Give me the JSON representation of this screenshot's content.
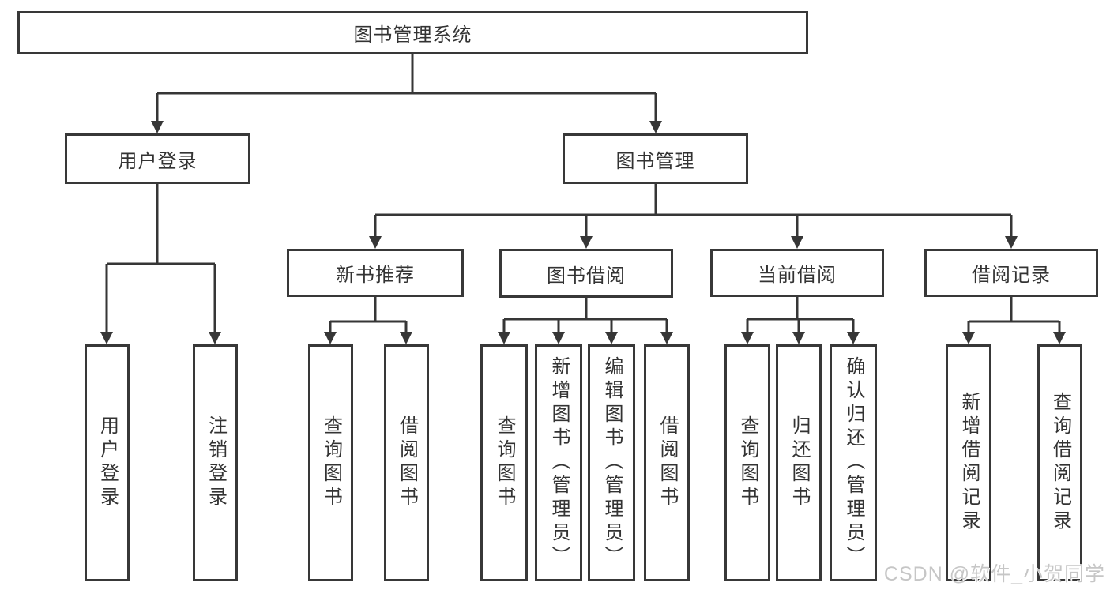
{
  "tree": {
    "label": "图书管理系统",
    "children": [
      {
        "label": "用户登录",
        "children": [
          {
            "label": "用户登录"
          },
          {
            "label": "注销登录"
          }
        ]
      },
      {
        "label": "图书管理",
        "children": [
          {
            "label": "新书推荐",
            "children": [
              {
                "label": "查询图书"
              },
              {
                "label": "借阅图书"
              }
            ]
          },
          {
            "label": "图书借阅",
            "children": [
              {
                "label": "查询图书"
              },
              {
                "label": "新增图书（管理员）"
              },
              {
                "label": "编辑图书（管理员）"
              },
              {
                "label": "借阅图书"
              }
            ]
          },
          {
            "label": "当前借阅",
            "children": [
              {
                "label": "查询图书"
              },
              {
                "label": "归还图书"
              },
              {
                "label": "确认归还（管理员）"
              }
            ]
          },
          {
            "label": "借阅记录",
            "children": [
              {
                "label": "新增借阅记录"
              },
              {
                "label": "查询借阅记录"
              }
            ]
          }
        ]
      }
    ]
  },
  "watermark": {
    "text": "CSDN @软件_小贺同学",
    "color": "#c6c6c6"
  },
  "colors": {
    "line": "#363636",
    "box_border": "#383838",
    "box_fill": "#ffffff",
    "text": "#333333",
    "background": "#ffffff"
  }
}
